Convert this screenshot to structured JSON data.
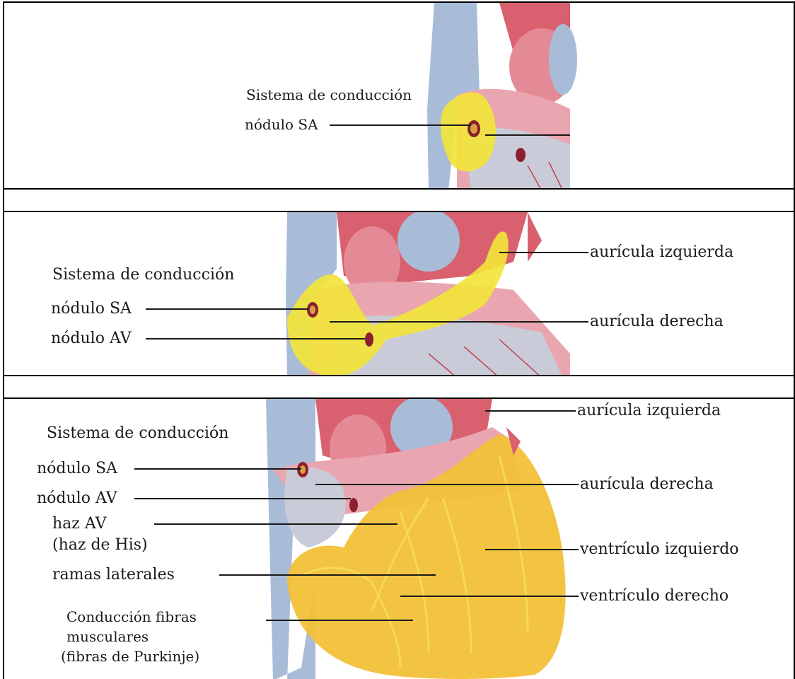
{
  "panels": [
    {
      "labels": {
        "title": "Sistema de conducción",
        "sa": "nódulo SA"
      }
    },
    {
      "labels": {
        "title": "Sistema de conducción",
        "sa": "nódulo SA",
        "av": "nódulo AV",
        "left_atrium": "aurícula izquierda",
        "right_atrium": "aurícula derecha"
      }
    },
    {
      "labels": {
        "title": "Sistema de conducción",
        "sa": "nódulo SA",
        "av": "nódulo AV",
        "his_1": "haz AV",
        "his_2": "(haz de His)",
        "branches": "ramas laterales",
        "purkinje_1": "Conducción fibras",
        "purkinje_2": "musculares",
        "purkinje_3": "(fibras de Purkinje)",
        "left_atrium": "aurícula izquierda",
        "right_atrium": "aurícula derecha",
        "left_ventricle": "ventrículo izquierdo",
        "right_ventricle": "ventrículo derecho"
      }
    }
  ],
  "colors": {
    "conduction": "#f2e43a",
    "vein": "#a8bcd8",
    "artery": "#d9606e",
    "myocardium": "#e89aa6"
  }
}
